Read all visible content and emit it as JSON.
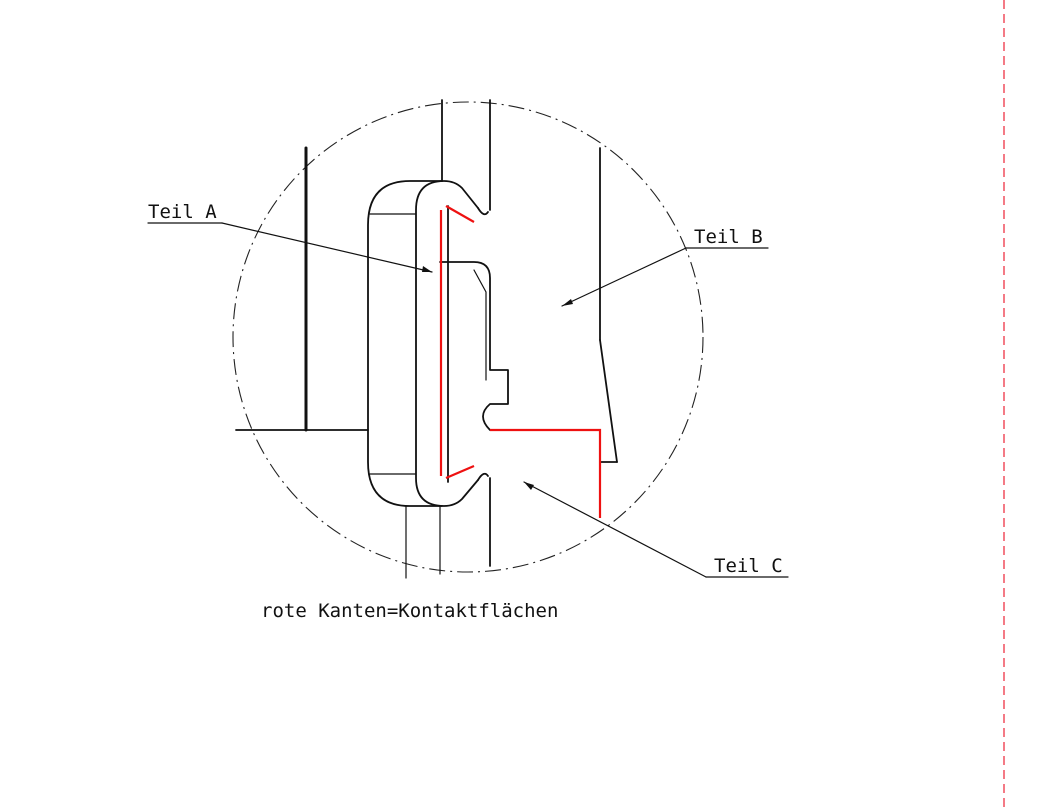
{
  "labels": {
    "teil_a": "Teil A",
    "teil_b": "Teil B",
    "teil_c": "Teil C"
  },
  "caption": "rote Kanten=Kontaktflächen",
  "colors": {
    "line": "#111111",
    "contact_edge": "#ee1111",
    "border_dash": "#ee3344"
  }
}
